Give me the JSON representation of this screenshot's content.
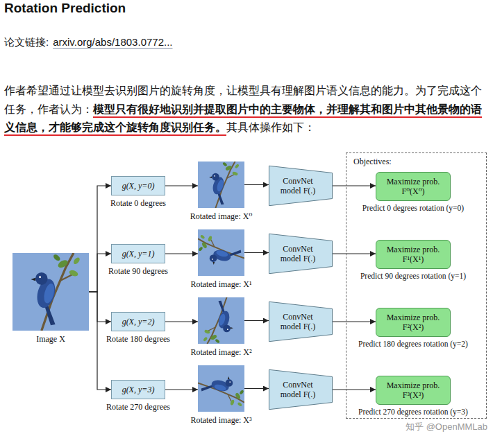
{
  "diagram": {
    "title": "Rotation Prediction",
    "nodes": [
      {
        "text": [
          "Image X"
        ]
      },
      {
        "text": [
          "Objectives:"
        ]
      },
      {
        "text": [
          "g(X, y=0)",
          "Rotate 0 degrees"
        ]
      },
      {
        "text": [
          "Rotated image: X⁰"
        ]
      },
      {
        "text": [
          "ConvNet model F(.)"
        ]
      },
      {
        "text": [
          "Maximize prob. F⁰(X⁰)",
          "Predict 0 degrees rotation (y=0)"
        ],
        "in": 1
      },
      {
        "text": [
          "g(X, y=1)",
          "Rotate 90 degrees"
        ]
      },
      {
        "text": [
          "Rotated image: X¹"
        ]
      },
      {
        "text": [
          "ConvNet model F(.)"
        ]
      },
      {
        "text": [
          "Maximize prob. F¹(X¹)",
          "Predict 90 degrees rotation (y=1)"
        ],
        "in": 1
      },
      {
        "text": [
          "g(X, y=2)",
          "Rotate 180 degrees"
        ]
      },
      {
        "text": [
          "Rotated image: X²"
        ]
      },
      {
        "text": [
          "ConvNet model F(.)"
        ]
      },
      {
        "text": [
          "Maximize prob. F²(X²)",
          "Predict 180 degrees rotation (y=2)"
        ],
        "in": 1
      },
      {
        "text": [
          "g(X, y=3)",
          "Rotate 270 degrees"
        ]
      },
      {
        "text": [
          "Rotated image: X³"
        ]
      },
      {
        "text": [
          "ConvNet model F(.)"
        ]
      },
      {
        "text": [
          "Maximize prob. F³(X³)",
          "Predict 270 degrees rotation (y=3)"
        ],
        "in": 1
      }
    ],
    "edges": [
      {
        "from": 0,
        "to": 2,
        "arrow": "to"
      },
      {
        "from": 0,
        "to": 6,
        "arrow": "to"
      },
      {
        "from": 0,
        "to": 10,
        "arrow": "to"
      },
      {
        "from": 0,
        "to": 14,
        "arrow": "to"
      },
      {
        "from": 2,
        "to": 3,
        "arrow": "to"
      },
      {
        "from": 3,
        "to": 4,
        "arrow": "to"
      },
      {
        "from": 4,
        "to": 5,
        "arrow": "to"
      },
      {
        "from": 6,
        "to": 7,
        "arrow": "to"
      },
      {
        "from": 7,
        "to": 8,
        "arrow": "to"
      },
      {
        "from": 8,
        "to": 9,
        "arrow": "to"
      },
      {
        "from": 10,
        "to": 11,
        "arrow": "to"
      },
      {
        "from": 11,
        "to": 12,
        "arrow": "to"
      },
      {
        "from": 12,
        "to": 13,
        "arrow": "to"
      },
      {
        "from": 14,
        "to": 15,
        "arrow": "to"
      },
      {
        "from": 15,
        "to": 16,
        "arrow": "to"
      },
      {
        "from": 16,
        "to": 17,
        "arrow": "to"
      }
    ],
    "labels": [
      "论文链接:",
      "arxiv.org/abs/1803.0772...",
      "作者希望通过让模型去识别图片的旋转角度，让模型具有理解图片语义信息的能力。为了完成这个任务，作者认为：",
      "模型只有很好地识别并提取图片中的主要物体，并理解其和图片中其他景物的语义信息，才能够完成这个旋转角度识别任务。",
      "其具体操作如下：",
      "知乎 @OpenMMLab"
    ]
  }
}
